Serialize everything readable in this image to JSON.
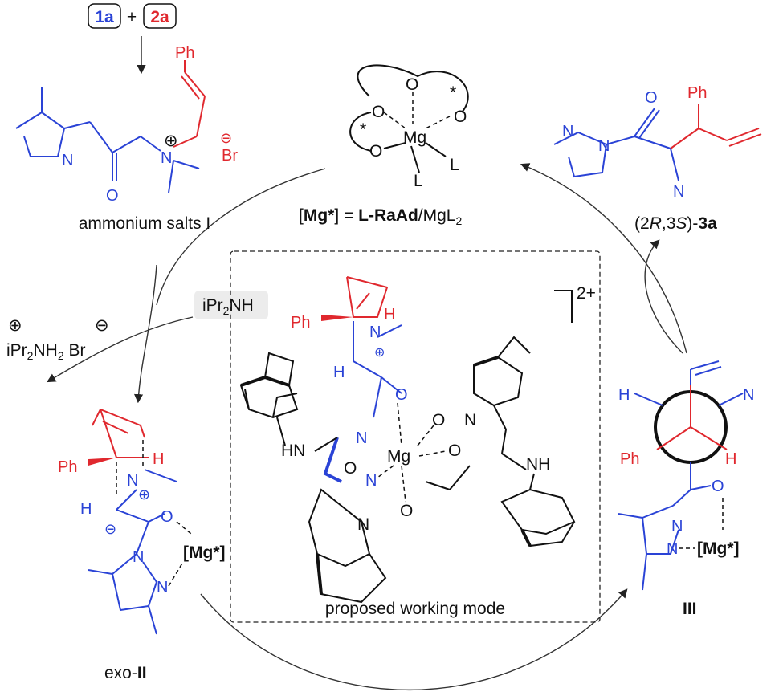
{
  "reactants": {
    "r1": "1a",
    "plus": "+",
    "r2": "2a",
    "c1": "#2a43d6",
    "c2": "#e0282e"
  },
  "intermediate_I": {
    "label": "ammonium salts I",
    "substituent": "Ph",
    "anion": "Br",
    "charge_plus": "⊕",
    "charge_minus": "⊖",
    "n_atoms": "N",
    "o_atom": "O"
  },
  "catalyst": {
    "center": "Mg",
    "ligand_L": "L",
    "o_atom": "O",
    "star": "*",
    "definition": "[Mg*] = L-RaAd/MgL2",
    "def_prefix": "[",
    "def_mg": "Mg*",
    "def_mid": "] = ",
    "def_ligand": "L-RaAd",
    "def_salt": "/MgL",
    "def_sub": "2"
  },
  "product": {
    "substituent": "Ph",
    "label_prefix": "(2",
    "label_r": "R",
    "label_mid": ",3",
    "label_s": "S",
    "label_suffix": ")-",
    "label_bold": "3a",
    "n_atoms": "N",
    "o_atom": "O"
  },
  "base": {
    "reagent": "iPr",
    "reagent_sub": "2",
    "reagent_tail": "NH",
    "byproduct": "iPr",
    "byproduct_sub": "2",
    "byproduct_mid": "NH",
    "byproduct_sub2": "2",
    "byproduct_tail": " Br",
    "charge_plus": "⊕",
    "charge_minus": "⊖"
  },
  "exo_II": {
    "label_prefix": "exo-",
    "label_bold": "II",
    "substituent": "Ph",
    "h_atom": "H",
    "mg": "[Mg*]",
    "charge_plus": "⊕",
    "charge_minus": "⊖",
    "n_atoms": "N",
    "o_atom": "O"
  },
  "working_mode": {
    "caption": "proposed working mode",
    "charge": "2+",
    "center": "Mg",
    "substituent": "Ph",
    "h_atom": "H",
    "nh": "HN",
    "nh2": "NH",
    "n_atoms": "N",
    "o_atom": "O",
    "charge_plus": "⊕"
  },
  "newman_III": {
    "label": "III",
    "substituent": "Ph",
    "h_atom": "H",
    "mg": "[Mg*]",
    "n_atoms": "N",
    "o_atom": "O"
  }
}
